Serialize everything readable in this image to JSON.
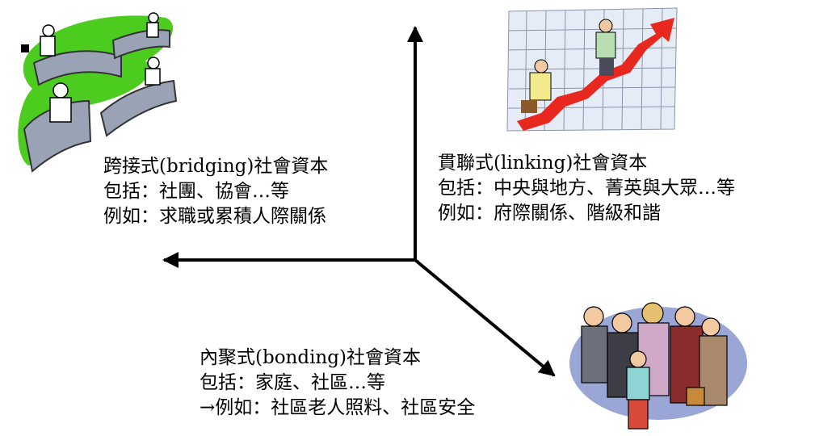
{
  "bridging": {
    "title": "跨接式(bridging)社會資本",
    "includes": "包括：社團、協會…等",
    "example": "例如：求職或累積人際關係"
  },
  "linking": {
    "title": "貫聯式(linking)社會資本",
    "includes": "包括：中央與地方、菁英與大眾…等",
    "example": "例如：府際關係、階級和諧"
  },
  "bonding": {
    "title": "內聚式(bonding)社會資本",
    "includes": "包括：家庭、社區…等",
    "example": "→例如：社區老人照料、社區安全"
  },
  "colors": {
    "arrow": "#000000",
    "green_blob": "#4ccc1e",
    "red_arrow": "#e8281f",
    "grid_bg": "#e6ecf5",
    "people_bg": "#9aa6d6"
  },
  "icons": [
    "bridging-clipart-icon",
    "linking-clipart-icon",
    "bonding-clipart-icon"
  ]
}
